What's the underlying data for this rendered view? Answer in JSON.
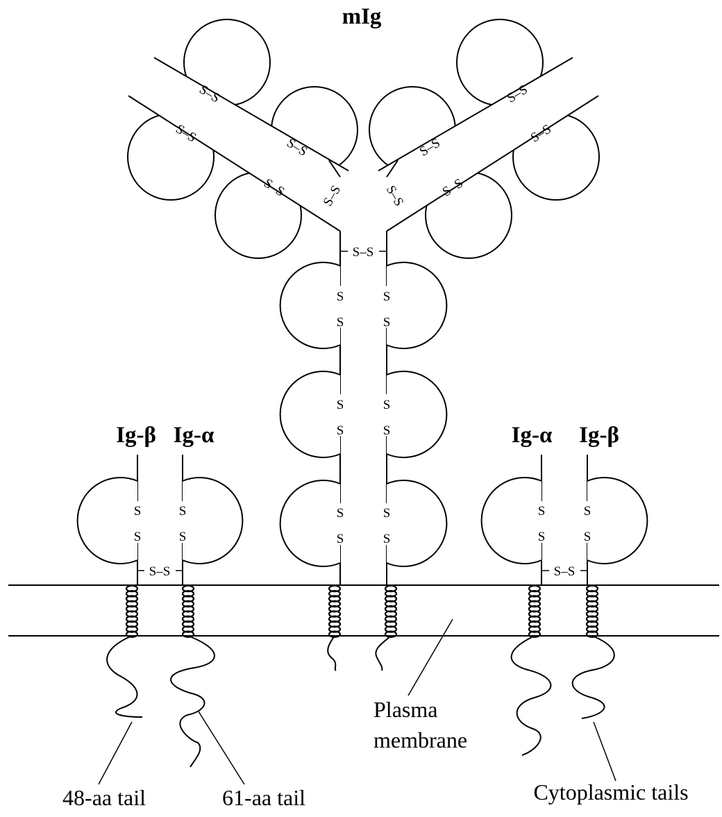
{
  "title": "mIg",
  "chains": {
    "left_beta": "Ig-β",
    "left_alpha": "Ig-α",
    "right_alpha": "Ig-α",
    "right_beta": "Ig-β"
  },
  "labels": {
    "membrane_line1": "Plasma",
    "membrane_line2": "membrane",
    "tail_48": "48-aa tail",
    "tail_61": "61-aa tail",
    "cytoplasmic": "Cytoplasmic tails"
  },
  "bonds": {
    "s": "S",
    "ss": "S–S"
  },
  "colors": {
    "line": "#000000",
    "background": "#ffffff"
  }
}
